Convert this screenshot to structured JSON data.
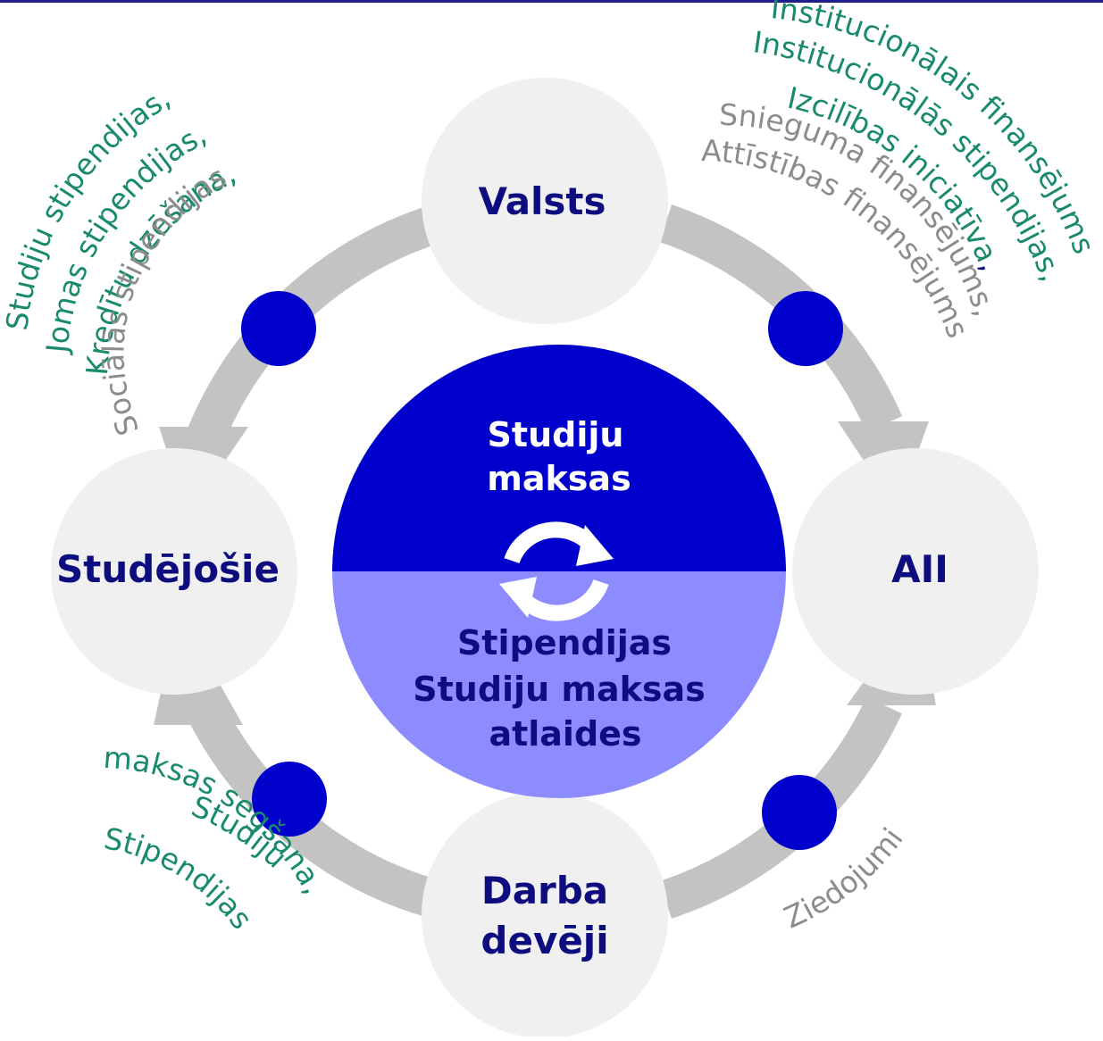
{
  "colors": {
    "node_fill": "#f0f0f0",
    "arrow": "#c3c3c3",
    "dot": "#0000cc",
    "center_top": "#0000cc",
    "center_bottom": "#8c8cff",
    "label_green": "#1a8a6e",
    "label_gray": "#8c8c8c",
    "label_blue": "#0d0d80",
    "top_rule": "#1e1e8c"
  },
  "nodes": {
    "top": "Valsts",
    "left": "Studējošie",
    "right": "AII",
    "bottom_line1": "Darba",
    "bottom_line2": "devēji"
  },
  "center": {
    "top_line1": "Studiju",
    "top_line2": "maksas",
    "bottom_line1": "Stipendijas",
    "bottom_line2": "Studiju maksas",
    "bottom_line3": "atlaides",
    "icon": "refresh-cycle-icon"
  },
  "flows": {
    "state_to_students": {
      "line1": "Studiju stipendijas,",
      "line2": "Jomas stipendijas,",
      "line3": "Kredītu dzēšana,",
      "line4": "Sociālās stipendijas"
    },
    "state_to_institutions": {
      "line1": "Institucionālais finansējums",
      "line2": "Institucionālās stipendijas,",
      "line3": "Izcilības iniciatīva",
      "line3_comma": ",",
      "line4": "Snieguma finansējums,",
      "line5": "Attīstības finansējums"
    },
    "employers_to_students": {
      "line1": "Studiju",
      "line2": "maksas segšana,",
      "line3": "Stipendijas"
    },
    "employers_to_institutions": {
      "line1": "Ziedojumi"
    }
  }
}
